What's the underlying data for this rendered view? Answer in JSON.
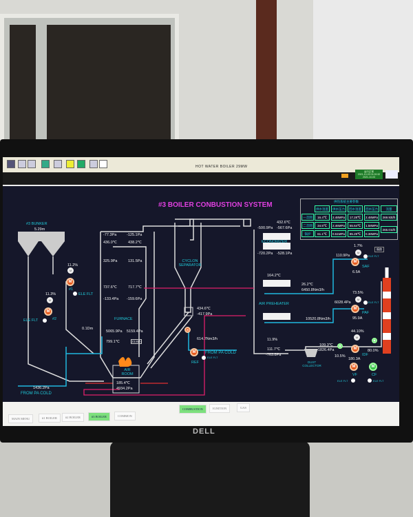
{
  "app": {
    "title": "HOT WATER BOILER 29MW",
    "clock_status": "运行正常",
    "datetime": "2021-10-03 01:00:32",
    "clock_sub": "2021-10-03"
  },
  "diagram": {
    "title": "#3 BOILER CONBUSTION SYSTEM",
    "bunker": {
      "label": "#3 BUNKER",
      "level": "5.29m",
      "feeder1_pct": "11.2%",
      "feeder2_pct": "11.3%",
      "feeder1_no": "#1",
      "feeder2_no": "#2",
      "ele_flt": "ELE FLT",
      "bed_height": "0.1Dm"
    },
    "furnace": {
      "label": "FURNACE",
      "p1": "-77.3Pa",
      "p2": "-125.1Pa",
      "t1": "436.0℃",
      "t2": "438.2℃",
      "p3": "325.9Pa",
      "p4": "131.5Pa",
      "t3": "737.6℃",
      "t4": "717.7℃",
      "p5": "-133.4Pa",
      "p6": "-159.6Pa",
      "p7": "5065.9Pa",
      "p8": "5159.4Pa",
      "t5": "799.1℃",
      "readout": "23.8t/h"
    },
    "cyclone": {
      "label": "CYCLON SEPARATOR",
      "t": "434.6℃",
      "p": "-417.9Pa",
      "flow": "614.7Nm3/h"
    },
    "ref": {
      "label": "REF",
      "from": "FROM PA COLD",
      "ele_flt": "ELE FLT"
    },
    "air_room": {
      "label": "AIR ROOM",
      "t": "185.4℃",
      "p": "4934.2Pa"
    },
    "pa_cold": {
      "label": "FROM PA COLD",
      "p": "1436.2Pa"
    },
    "economizer": {
      "label": "ECONOMIZER",
      "t": "432.6℃",
      "p1": "-500.9Pa",
      "p2": "-567.6Pa",
      "p3": "-720.2Pa",
      "p4": "-528.1Pa"
    },
    "air_preheater": {
      "label": "AIR PREHEATER",
      "t": "164.2℃",
      "t_out": "26.2℃",
      "flow1": "6450.8Nm3/h",
      "flow2": "10520.8Nm3/h",
      "o2": "11.9%",
      "t_flue": "111.7℃",
      "p_flue": "-763.8Pa"
    },
    "saf": {
      "label": "SAF",
      "pct": "1.7%",
      "p": "110.9Pa",
      "current": "6.5A",
      "ele_flt": "ELE FLT"
    },
    "paf": {
      "label": "PAF",
      "pct": "73.5%",
      "p": "6028.4Pa",
      "current": "95.9A",
      "ele_flt": "ELE FLT"
    },
    "dust": {
      "label": "DUST COLLECTOR",
      "t": "109.3℃",
      "p": "-1826.4Pa",
      "damper": "10.5%"
    },
    "idf": {
      "label": "IDF",
      "pct": "44.10%",
      "current": "180.3A",
      "damper": "80.0%"
    },
    "vf": {
      "label": "VF",
      "ele_flt": "ELE FLT"
    },
    "cf": {
      "label": "CF",
      "ele_flt": "ELE FLT"
    },
    "stack_btn": "烟囱"
  },
  "table": {
    "caption": "供热系统主要参数",
    "headers": [
      "供水温度",
      "供水压力",
      "回水温度",
      "回水压力",
      "流量"
    ],
    "rows": [
      [
        "一次网",
        "16.4℃",
        "2.48MPa",
        "17.28℃",
        "2.48MPa"
      ],
      [
        "二次网",
        "34.5℃",
        "2.46MPa",
        "55.64℃",
        "1.58MPa"
      ],
      [
        "锅炉",
        "61.1℃",
        "0.51MPa",
        "85.29℃",
        "0.38MPa"
      ]
    ],
    "flows": [
      "269.93t/h",
      "265.01t/h"
    ]
  },
  "nav": {
    "tabs": [
      "MAIN MENU",
      "#1 BOILER",
      "#2 BOILER",
      "#3 BOILER",
      "COMMON"
    ],
    "sub_tabs": [
      "COMBUSTION",
      "IGNITION",
      "GAS"
    ]
  },
  "monitor": {
    "brand": "DELL"
  }
}
